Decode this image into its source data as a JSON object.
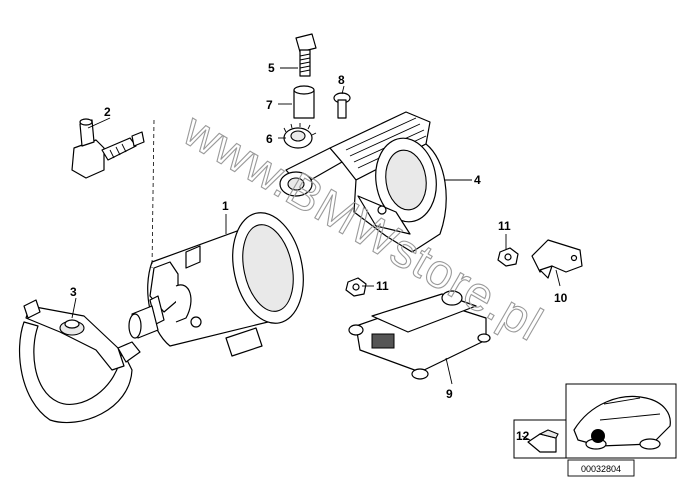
{
  "callouts": {
    "c1": "1",
    "c2": "2",
    "c3": "3",
    "c4": "4",
    "c5": "5",
    "c6": "6",
    "c7": "7",
    "c8": "8",
    "c9": "9",
    "c10": "10",
    "c11a": "11",
    "c11b": "11",
    "c12": "12"
  },
  "watermark": "www.BMWstore.pl",
  "diagram_ref": "00032804"
}
